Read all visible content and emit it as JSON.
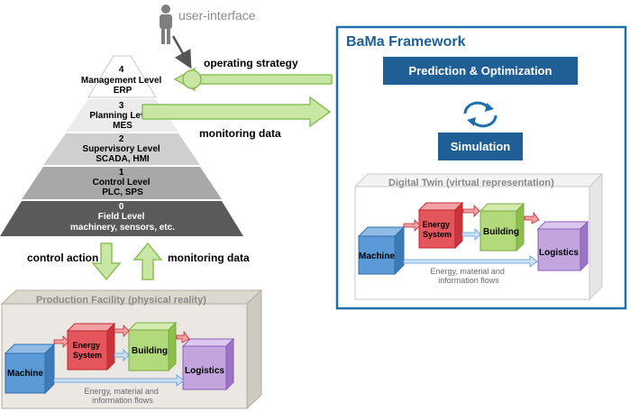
{
  "user_interface_label": "user-interface",
  "arrows": {
    "operating_strategy": "operating strategy",
    "monitoring_data_top": "monitoring data",
    "control_action": "control action",
    "monitoring_data_bottom": "monitoring data"
  },
  "pyramid": [
    {
      "num": "4",
      "line1": "Management Level",
      "line2": "ERP"
    },
    {
      "num": "3",
      "line1": "Planning Level",
      "line2": "MES"
    },
    {
      "num": "2",
      "line1": "Supervisory Level",
      "line2": "SCADA, HMI"
    },
    {
      "num": "1",
      "line1": "Control Level",
      "line2": "PLC, SPS"
    },
    {
      "num": "0",
      "line1": "Field Level",
      "line2": "machinery, sensors, etc."
    }
  ],
  "bama": {
    "title": "BaMa Framework",
    "prediction": "Prediction & Optimization",
    "simulation": "Simulation"
  },
  "digital_twin": {
    "title": "Digital Twin (virtual representation)",
    "machine": "Machine",
    "energy1": "Energy",
    "energy2": "System",
    "building": "Building",
    "logistics": "Logistics",
    "flows1": "Energy, material and",
    "flows2": "information flows"
  },
  "production": {
    "title": "Production Facility (physical reality)",
    "machine": "Machine",
    "energy1": "Energy",
    "energy2": "System",
    "building": "Building",
    "logistics": "Logistics",
    "flows1": "Energy, material and",
    "flows2": "information flows"
  },
  "colors": {
    "bama_border": "#1f6fa8",
    "bama_button": "#1f5f96",
    "green_arrow": "#c9e6a4",
    "green_stroke": "#8cbf5a",
    "machine": "#4f8fcf",
    "energy": "#e0404a",
    "building": "#9ccc5a",
    "logistics": "#b08fd0"
  }
}
